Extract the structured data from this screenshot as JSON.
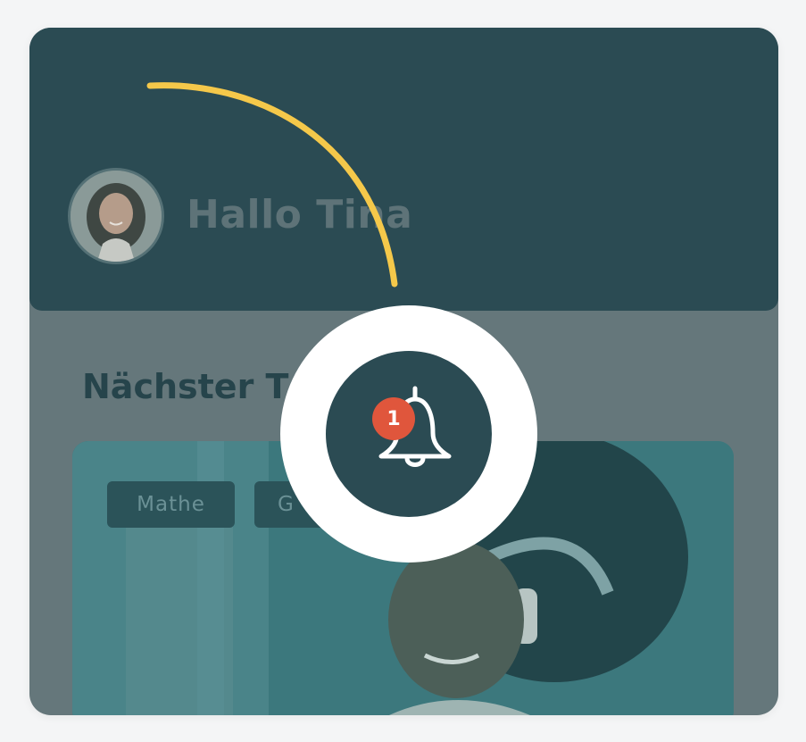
{
  "header": {
    "greeting": "Hallo Tina",
    "avatar_alt": "Profile photo"
  },
  "main": {
    "section_title": "Nächster T",
    "course_card": {
      "tags": [
        "Mathe",
        "G"
      ]
    }
  },
  "notification": {
    "count": "1",
    "icon": "bell-icon",
    "accent_color": "#e0563c"
  },
  "colors": {
    "header_bg": "#2b4b53",
    "overlay": "#65777b",
    "arrow": "#f5c84a"
  }
}
